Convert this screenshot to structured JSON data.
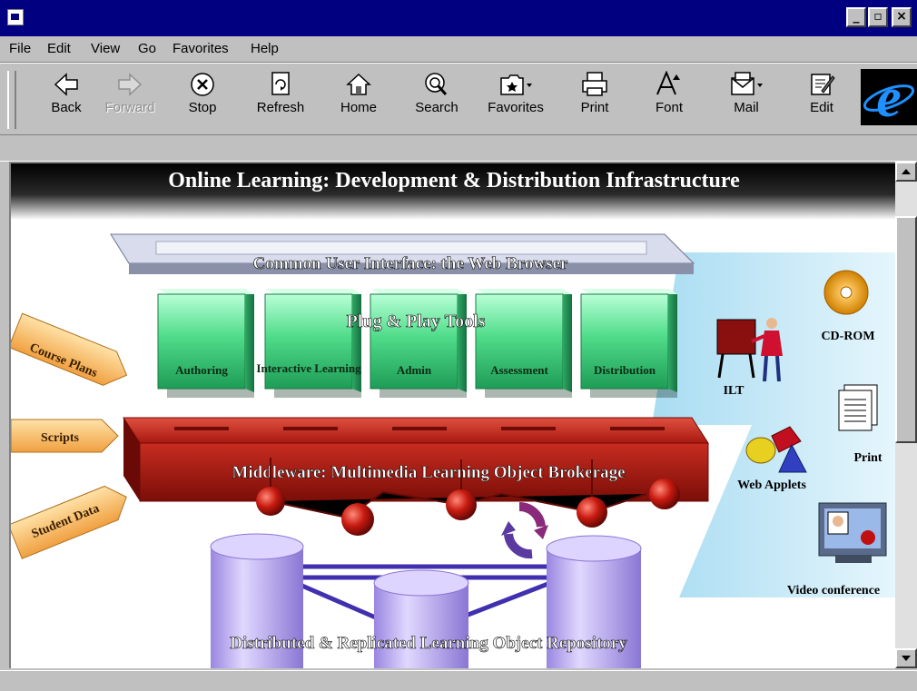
{
  "menu": [
    {
      "label": "File"
    },
    {
      "label": "Edit"
    },
    {
      "label": "View"
    },
    {
      "label": "Go"
    },
    {
      "label": "Favorites"
    },
    {
      "label": "Help"
    }
  ],
  "toolbar": {
    "back": "Back",
    "forward": "Forward",
    "stop": "Stop",
    "refresh": "Refresh",
    "home": "Home",
    "search": "Search",
    "favorites": "Favorites",
    "print": "Print",
    "font": "Font",
    "mail": "Mail",
    "edit": "Edit"
  },
  "window_controls": {
    "minimize": "_",
    "maximize": "▫",
    "close": "×"
  },
  "diagram": {
    "title": "Online Learning: Development & Distribution Infrastructure",
    "browser_label": "Common User Interface: the Web Browser",
    "tools_label": "Plug & Play Tools",
    "tools": [
      "Authoring",
      "Interactive Learning",
      "Admin",
      "Assessment",
      "Distribution"
    ],
    "inputs": [
      "Course Plans",
      "Scripts",
      "Student Data"
    ],
    "middleware_label": "Middleware: Multimedia Learning Object Brokerage",
    "repository_label": "Distributed & Replicated Learning Object Repository",
    "outputs": {
      "cdrom": "CD-ROM",
      "ilt": "ILT",
      "print": "Print",
      "web_applets": "Web Applets",
      "video": "Video conference"
    }
  },
  "colors": {
    "titlebar": "#000080",
    "chrome": "#c0c0c0",
    "tool_green": "#4fdc8a",
    "middleware_red": "#b82018",
    "repository_purple": "#b8a8ee",
    "output_panel": "#cfeaf6",
    "ie_blue": "#1e90ff"
  }
}
